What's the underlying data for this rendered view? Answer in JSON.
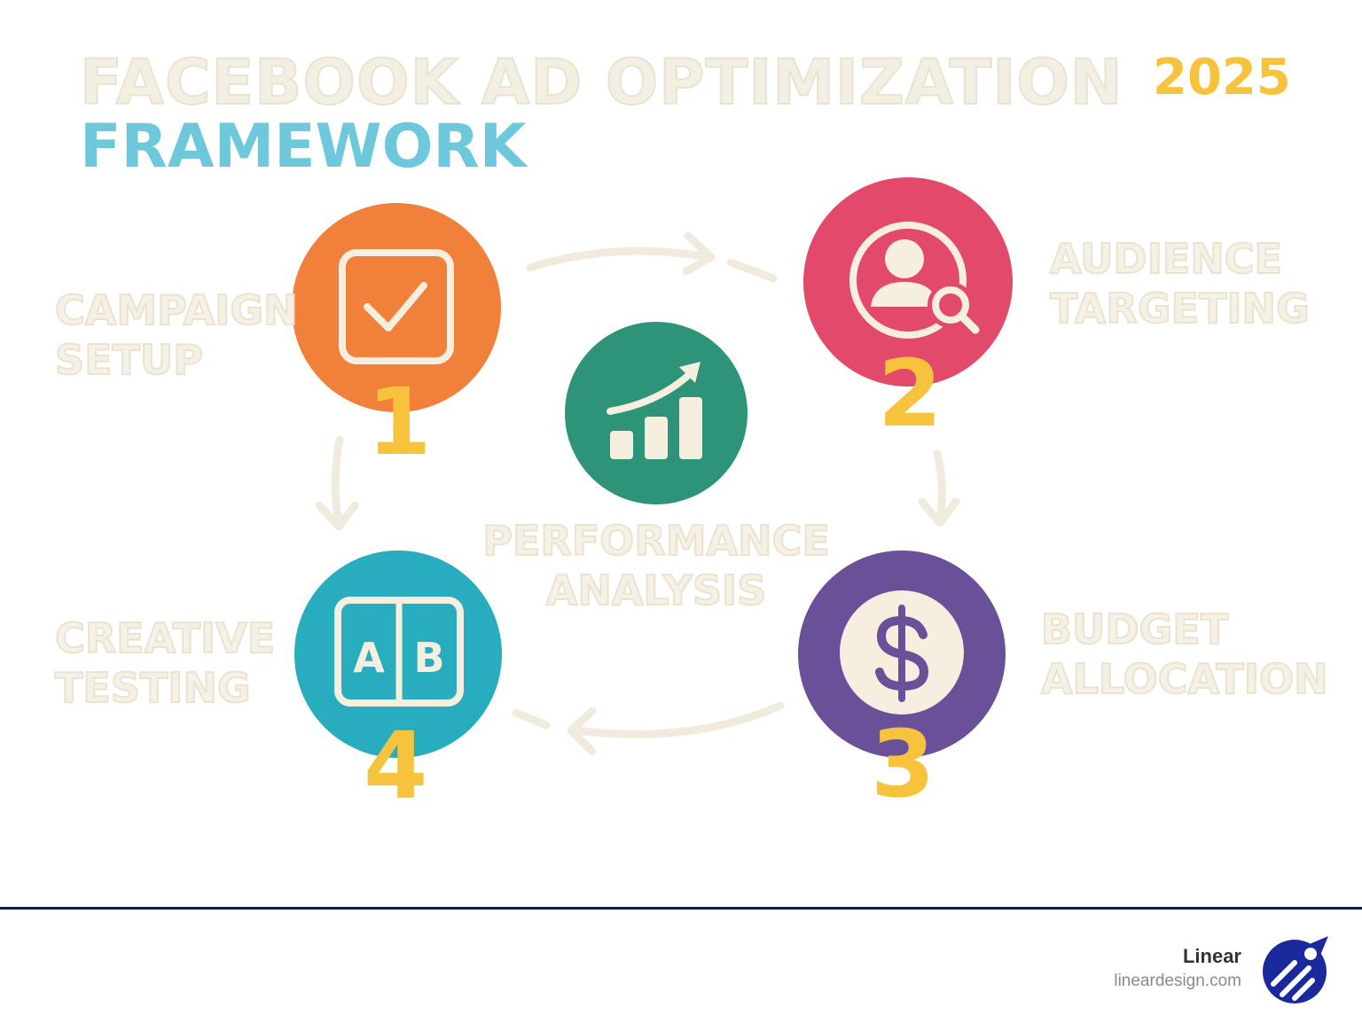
{
  "title": {
    "line1": "FACEBOOK AD OPTIMIZATION",
    "line2": "FRAMEWORK",
    "year": "2025"
  },
  "steps": [
    {
      "number": "1",
      "label_line1": "CAMPAIGN",
      "label_line2": "SETUP",
      "color": "#f0803a",
      "icon": "checkbox-icon"
    },
    {
      "number": "2",
      "label_line1": "AUDIENCE",
      "label_line2": "TARGETING",
      "color": "#e2496a",
      "icon": "user-search-icon"
    },
    {
      "number": "3",
      "label_line1": "BUDGET",
      "label_line2": "ALLOCATION",
      "color": "#6a5099",
      "icon": "dollar-icon"
    },
    {
      "number": "4",
      "label_line1": "CREATIVE",
      "label_line2": "TESTING",
      "color": "#27adbd",
      "icon": "ab-test-icon"
    }
  ],
  "center": {
    "label_line1": "PERFORMANCE",
    "label_line2": "ANALYSIS",
    "color": "#2e9479",
    "icon": "growth-chart-icon"
  },
  "colors": {
    "accent_yellow": "#f7c23c",
    "title_teal": "#6cc8da",
    "cream": "#f4efe3",
    "footer_navy": "#0d1a7a"
  },
  "footer": {
    "brand": "Linear",
    "site": "lineardesign.com",
    "logo_icon": "rocket-logo-icon"
  }
}
